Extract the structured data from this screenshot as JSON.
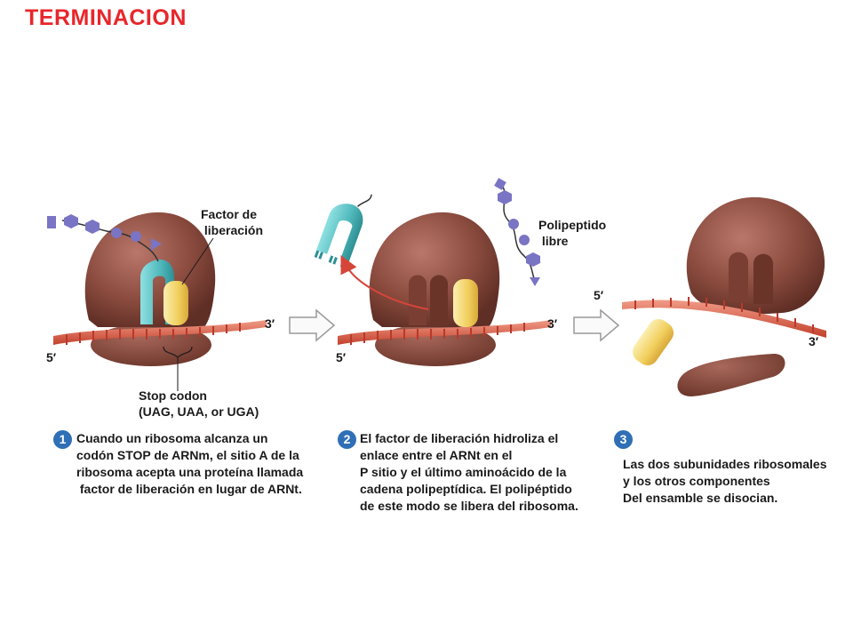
{
  "title": "TERMINACION",
  "labels": {
    "release_factor": "Factor de\n liberación",
    "free_polypeptide": "Polipeptido\n libre",
    "stop_codon": "Stop codon\n(UAG, UAA, or UGA)",
    "p1_3": "3′",
    "p1_5": "5′",
    "p2_3": "3′",
    "p2_5": "5′",
    "p3_5": "5′",
    "p3_3": "3′"
  },
  "steps": [
    {
      "num": "1",
      "text": "Cuando un ribosoma alcanza un\ncodón STOP de ARNm, el sitio A de la\nribosoma acepta una proteína llamada\n factor de liberación en lugar de ARNt."
    },
    {
      "num": "2",
      "text": "El factor de liberación hidroliza el\nenlace entre el ARNt en el\nP sitio y el último aminoácido de la\ncadena polipeptídica. El polipéptido\nde este modo se libera del ribosoma."
    },
    {
      "num": "3",
      "text": "Las dos subunidades ribosomales\ny los otros componentes\nDel ensamble se disocian."
    }
  ],
  "colors": {
    "title": "#e8262b",
    "ribosome": "#8a4b3e",
    "trna": "#5cc2c4",
    "release_factor": "#f3d266",
    "mrna": "#d9614a",
    "polypeptide": "#7a74c4",
    "arrow": "#d6453a",
    "step_badge": "#2f6fb6"
  }
}
